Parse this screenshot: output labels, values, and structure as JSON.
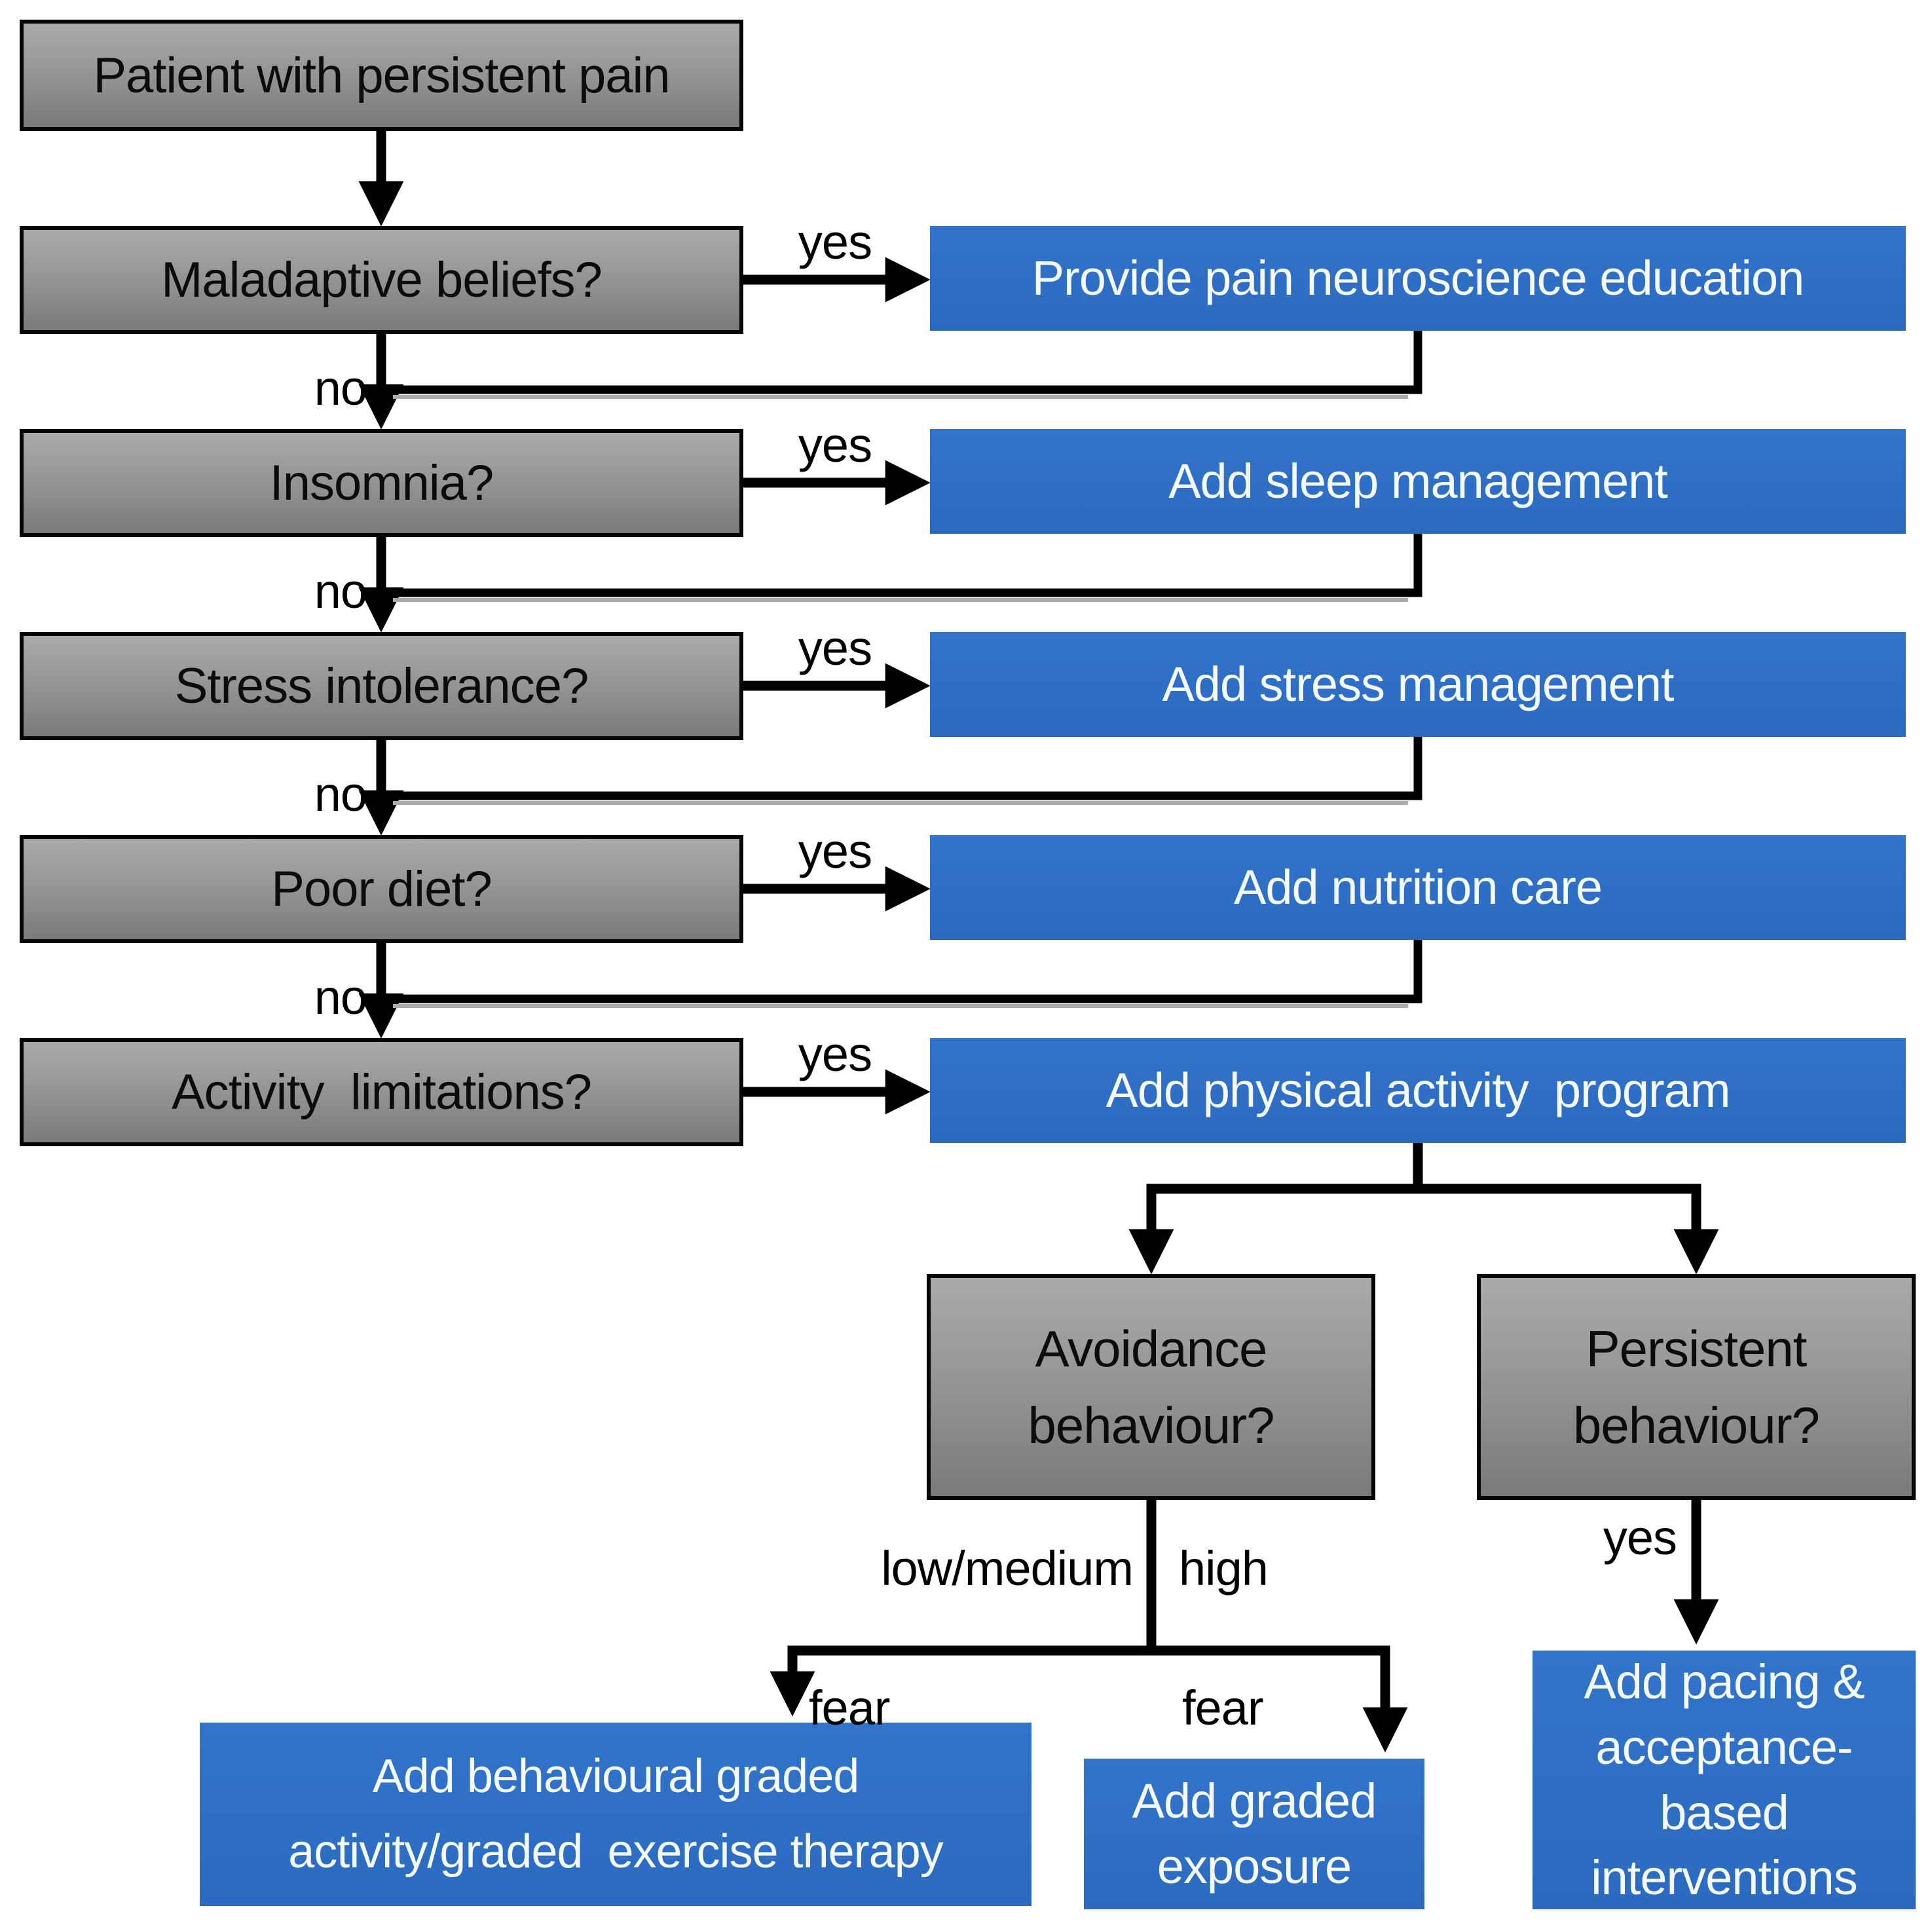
{
  "title": "Persistent pain management flowchart",
  "nodes": {
    "patient": "Patient with persistent pain",
    "maladaptive": "Maladaptive beliefs?",
    "insomnia": "Insomnia?",
    "stress": "Stress intolerance?",
    "poor_diet": "Poor diet?",
    "activity": "Activity  limitations?",
    "pne": "Provide pain neuroscience education",
    "sleep": "Add sleep management",
    "stress_mgmt": "Add stress management",
    "nutrition": "Add nutrition care",
    "physical_activity": "Add physical activity  program",
    "avoidance": "Avoidance\nbehaviour?",
    "persistent": "Persistent\nbehaviour?",
    "behavioural_graded": "Add behavioural graded\nactivity/graded  exercise therapy",
    "graded_exposure": "Add graded\nexposure",
    "pacing": "Add pacing &\nacceptance-\nbased\ninterventions"
  },
  "edge_labels": {
    "yes": "yes",
    "no": "no",
    "low_medium": "low/medium",
    "high": "high",
    "fear": "fear"
  },
  "edges": [
    {
      "from": "patient",
      "to": "maladaptive"
    },
    {
      "from": "maladaptive",
      "to": "pne",
      "label": "yes"
    },
    {
      "from": "maladaptive",
      "to": "insomnia",
      "label": "no"
    },
    {
      "from": "pne",
      "to": "insomnia"
    },
    {
      "from": "insomnia",
      "to": "sleep",
      "label": "yes"
    },
    {
      "from": "insomnia",
      "to": "stress",
      "label": "no"
    },
    {
      "from": "sleep",
      "to": "stress"
    },
    {
      "from": "stress",
      "to": "stress_mgmt",
      "label": "yes"
    },
    {
      "from": "stress",
      "to": "poor_diet",
      "label": "no"
    },
    {
      "from": "stress_mgmt",
      "to": "poor_diet"
    },
    {
      "from": "poor_diet",
      "to": "nutrition",
      "label": "yes"
    },
    {
      "from": "poor_diet",
      "to": "activity",
      "label": "no"
    },
    {
      "from": "nutrition",
      "to": "activity"
    },
    {
      "from": "activity",
      "to": "physical_activity",
      "label": "yes"
    },
    {
      "from": "physical_activity",
      "to": "avoidance"
    },
    {
      "from": "physical_activity",
      "to": "persistent"
    },
    {
      "from": "avoidance",
      "to": "behavioural_graded",
      "label": "low/medium fear"
    },
    {
      "from": "avoidance",
      "to": "graded_exposure",
      "label": "high fear"
    },
    {
      "from": "persistent",
      "to": "pacing",
      "label": "yes"
    }
  ],
  "colors": {
    "decision_fill_top": "#aaaaaa",
    "decision_fill_bottom": "#7a7a7a",
    "decision_border": "#050505",
    "decision_text": "#0c0c0c",
    "action_fill": "#2d6ec3",
    "action_text": "#f3f9ff",
    "line": "#000000",
    "background": "#ffffff"
  }
}
